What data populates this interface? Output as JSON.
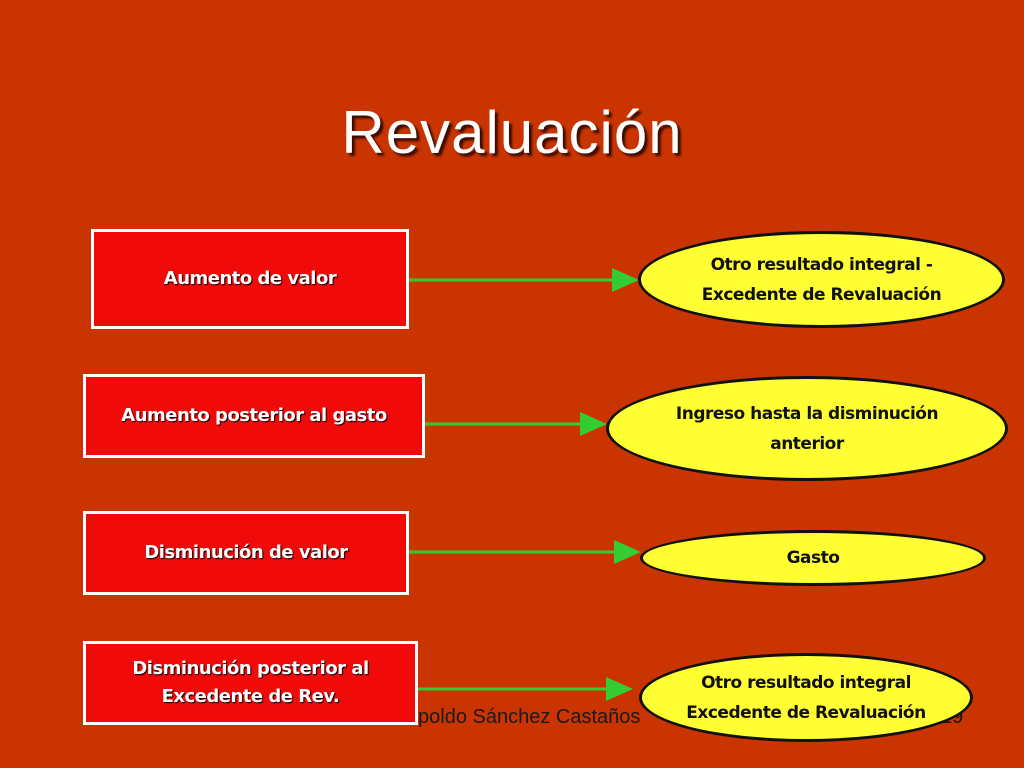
{
  "slide": {
    "title": "Revaluación",
    "rows": [
      {
        "source": "Aumento de valor",
        "target": "Otro resultado integral -\nExcedente de Revaluación"
      },
      {
        "source": "Aumento posterior al gasto",
        "target": "Ingreso hasta la disminución\nanterior"
      },
      {
        "source": "Disminución de valor",
        "target": "Gasto"
      },
      {
        "source": "Disminución posterior al\nExcedente de Rev.",
        "target": "Otro resultado integral\nExcedente de Revaluación"
      }
    ],
    "footer_author": "poldo Sánchez Castaños",
    "page_number": "19",
    "colors": {
      "background": "#c93400",
      "box_fill": "#f00a0a",
      "ellipse_fill": "#ffff33",
      "arrow": "#33cc33"
    }
  }
}
